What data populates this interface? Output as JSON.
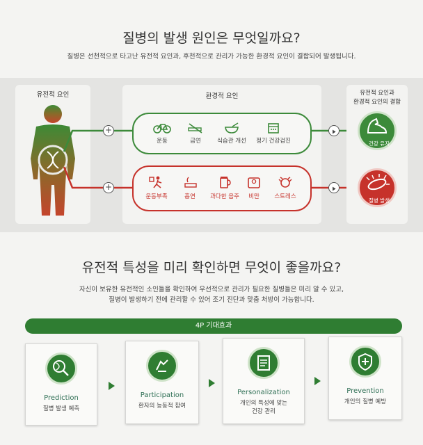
{
  "header": {
    "title": "질병의 발생 원인은 무엇일까요?",
    "subtitle": "질병은 선천적으로 타고난 유전적 요인과, 후천적으로 관리가 가능한 환경적 요인이 결합되어 발생됩니다."
  },
  "genetic": {
    "label": "유전적 요인"
  },
  "environment": {
    "label": "환경적 요인",
    "good": [
      {
        "icon": "bicycle-icon",
        "label": "운동"
      },
      {
        "icon": "no-smoking-icon",
        "label": "금연"
      },
      {
        "icon": "bowl-icon",
        "label": "식습관 개선"
      },
      {
        "icon": "calendar-icon",
        "label": "정기 건강검진"
      }
    ],
    "bad": [
      {
        "icon": "couch-icon",
        "label": "운동부족"
      },
      {
        "icon": "cigarette-icon",
        "label": "흡연"
      },
      {
        "icon": "beer-icon",
        "label": "과다한 음주"
      },
      {
        "icon": "scale-icon",
        "label": "비만"
      },
      {
        "icon": "stress-icon",
        "label": "스트레스"
      }
    ]
  },
  "combined": {
    "label_line1": "유전적 요인과",
    "label_line2": "환경적 요인의 결합",
    "good_result": "건강 유지",
    "bad_result": "질병 발생"
  },
  "section2": {
    "title": "유전적 특성을 미리 확인하면 무엇이 좋을까요?",
    "line1": "자신이 보유한 유전적인 소인들을 확인하여 우선적으로 관리가 필요한 질병들은 미리 알 수 있고,",
    "line2": "질병이 발생하기 전에 관리할 수 있어 조기 진단과 맞춤 처방이 가능합니다."
  },
  "effects": {
    "title": "4P 기대효과",
    "cards": [
      {
        "icon": "dna-magnifier-icon",
        "en": "Prediction",
        "ko1": "질병 발생 예측",
        "ko2": ""
      },
      {
        "icon": "hands-icon",
        "en": "Participation",
        "ko1": "환자의 능동적 참여",
        "ko2": ""
      },
      {
        "icon": "clipboard-icon",
        "en": "Personalization",
        "ko1": "개인의 특성에 맞는",
        "ko2": "건강 관리"
      },
      {
        "icon": "shield-cross-icon",
        "en": "Prevention",
        "ko1": "개인의 질병 예방",
        "ko2": ""
      }
    ]
  },
  "colors": {
    "green": "#2f7d32",
    "red": "#c6322b",
    "band": "#e4e4e2"
  }
}
